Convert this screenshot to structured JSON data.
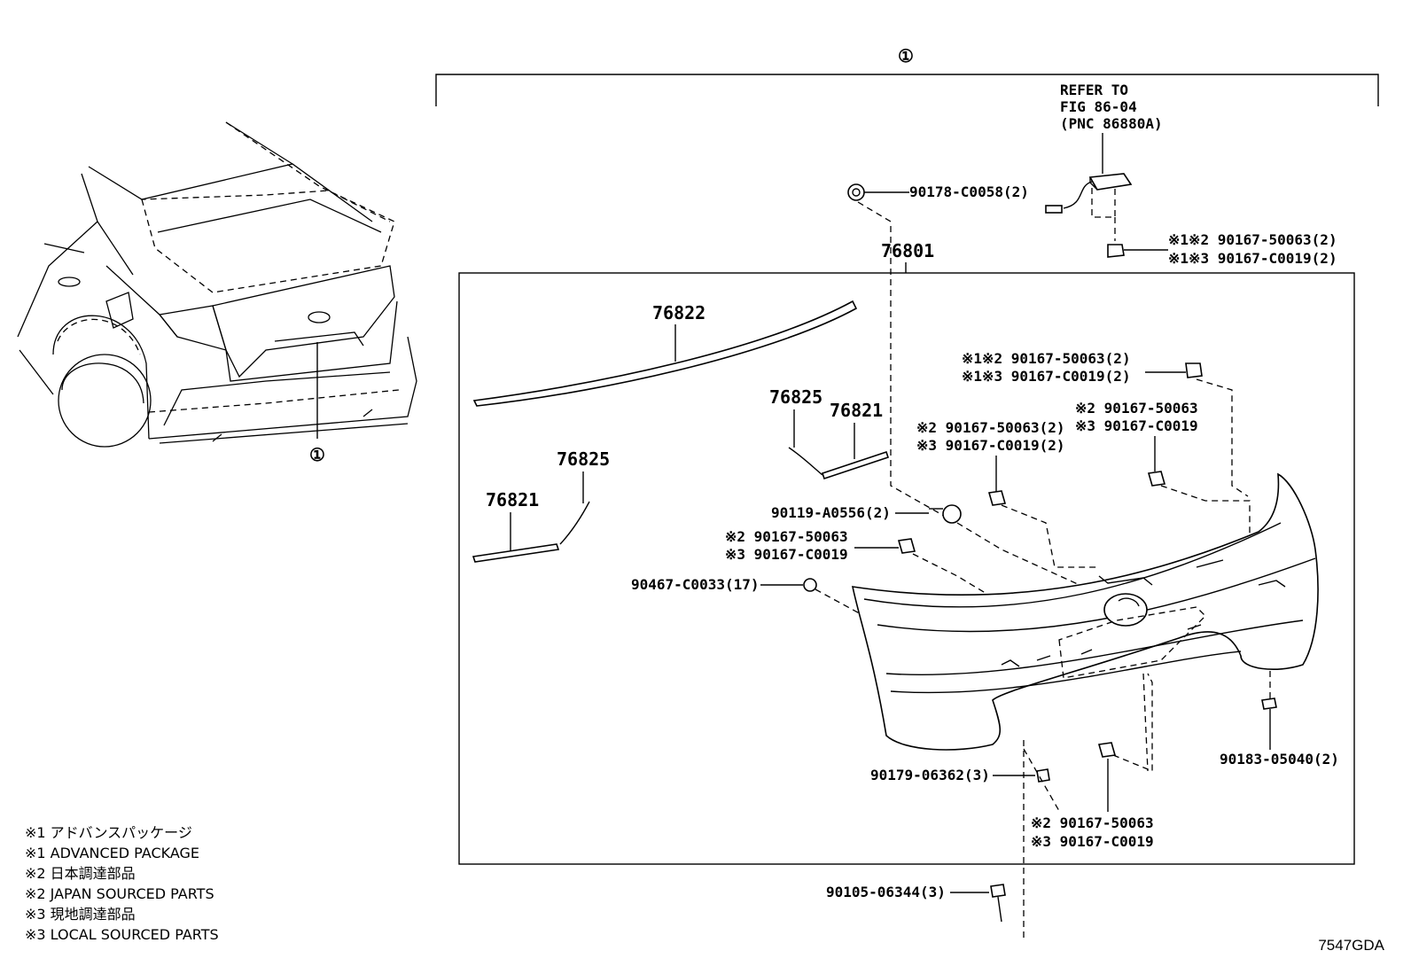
{
  "assembly_marker": "①",
  "callouts": {
    "car_marker": "①",
    "top_marker": "①",
    "refer_to": [
      "REFER TO",
      "FIG 86-04",
      "(PNC 86880A)"
    ],
    "p76801": "76801",
    "p76822": "76822",
    "p76825_right": "76825",
    "p76821_right": "76821",
    "p76825_left": "76825",
    "p76821_left": "76821",
    "f90178": "90178-C0058(2)",
    "f_top_right_1": "※1※2 90167-50063(2)",
    "f_top_right_2": "※1※3 90167-C0019(2)",
    "f_mid_right_1": "※1※2 90167-50063(2)",
    "f_mid_right_2": "※1※3 90167-C0019(2)",
    "f_right_2": "※2 90167-50063",
    "f_right_3": "※3 90167-C0019",
    "f_center_2": "※2 90167-50063(2)",
    "f_center_3": "※3 90167-C0019(2)",
    "f90119": "90119-A0556(2)",
    "f_left_2": "※2 90167-50063",
    "f_left_3": "※3 90167-C0019",
    "f90467": "90467-C0033(17)",
    "f90183": "90183-05040(2)",
    "f90179": "90179-06362(3)",
    "f_bottom_2": "※2 90167-50063",
    "f_bottom_3": "※3 90167-C0019",
    "f90105": "90105-06344(3)"
  },
  "legend": [
    "※1 アドバンスパッケージ",
    "※1 ADVANCED PACKAGE",
    "※2 日本調達部品",
    "※2 JAPAN SOURCED PARTS",
    "※3 現地調達部品",
    "※3 LOCAL SOURCED PARTS"
  ],
  "figure_code": "7547GDA"
}
